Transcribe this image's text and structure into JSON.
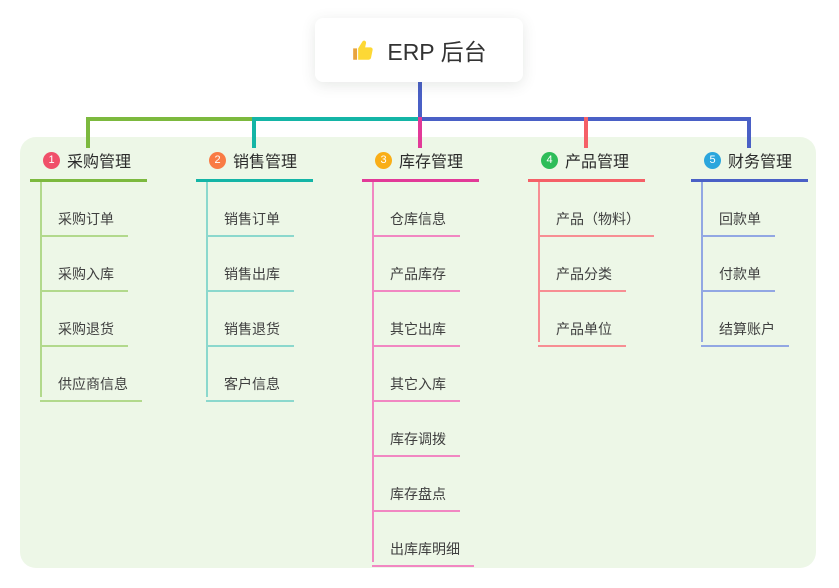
{
  "root": {
    "title": "ERP 后台",
    "icon": "thumbs-up-icon",
    "connector_color": "#4a60c6"
  },
  "branches": [
    {
      "badge": "1",
      "badge_color": "#f0506a",
      "title": "采购管理",
      "line_color": "#7cb93e",
      "child_line_color": "#b2d98c",
      "items": [
        "采购订单",
        "采购入库",
        "采购退货",
        "供应商信息"
      ]
    },
    {
      "badge": "2",
      "badge_color": "#f97b45",
      "title": "销售管理",
      "line_color": "#14b5a6",
      "child_line_color": "#8bd8cd",
      "items": [
        "销售订单",
        "销售出库",
        "销售退货",
        "客户信息"
      ]
    },
    {
      "badge": "3",
      "badge_color": "#f9ae17",
      "title": "库存管理",
      "line_color": "#e23a98",
      "child_line_color": "#f187c2",
      "items": [
        "仓库信息",
        "产品库存",
        "其它出库",
        "其它入库",
        "库存调拨",
        "库存盘点",
        "出库库明细"
      ]
    },
    {
      "badge": "4",
      "badge_color": "#2ebd59",
      "title": "产品管理",
      "line_color": "#f56067",
      "child_line_color": "#f78e93",
      "items": [
        "产品（物料）",
        "产品分类",
        "产品单位"
      ]
    },
    {
      "badge": "5",
      "badge_color": "#2ba6dd",
      "title": "财务管理",
      "line_color": "#4a60c6",
      "child_line_color": "#92a7e3",
      "items": [
        "回款单",
        "付款单",
        "结算账户"
      ]
    }
  ],
  "colors": {
    "page_bg": "#ffffff",
    "panel_bg": "#edf7e7",
    "text": "#333333"
  }
}
